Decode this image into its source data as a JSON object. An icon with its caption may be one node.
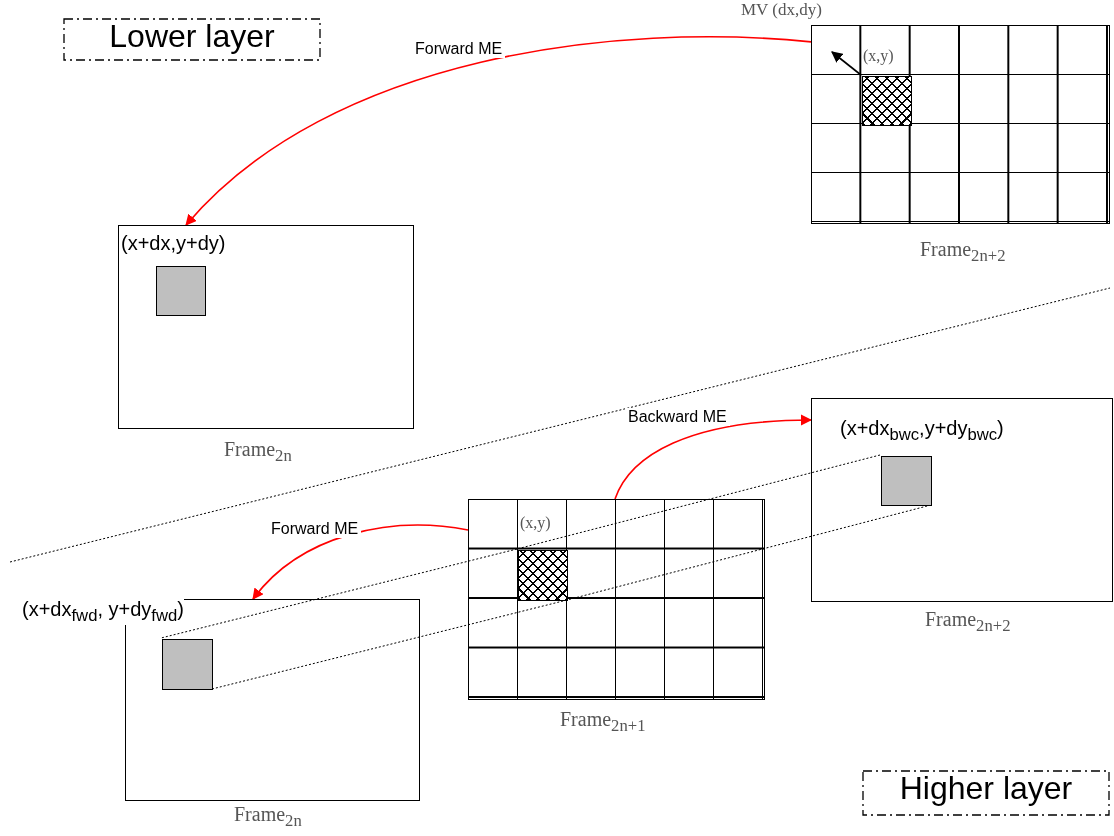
{
  "diagram": {
    "nodes": [
      {
        "text": [
          "Lower layer"
        ]
      },
      {
        "text": [],
        "shape": "grid",
        "beside": [
          "Frame$_{2n+2}$"
        ]
      },
      {
        "text": [],
        "shape": "box",
        "in": 1,
        "beside": [
          "(x,y)"
        ]
      },
      {
        "text": [
          "(x+dx,y+dy)"
        ],
        "beside": [
          "Frame$_{2n}$"
        ]
      },
      {
        "text": [],
        "shape": "box",
        "in": 3
      },
      {
        "text": [
          "(x+dx$_{bwc}$,y+dy$_{bwc}$)"
        ],
        "beside": [
          "Frame$_{2n+2}$"
        ]
      },
      {
        "text": [],
        "shape": "box",
        "in": 5
      },
      {
        "text": [],
        "shape": "grid",
        "beside": [
          "Frame$_{2n+1}$"
        ]
      },
      {
        "text": [],
        "shape": "box",
        "in": 7,
        "beside": [
          "(x,y)"
        ]
      },
      {
        "text": [],
        "shape": "box",
        "beside": [
          "(x+dx$_{fwd}$, y+dy$_{fwd}$)",
          "Frame$_{2n}$"
        ]
      },
      {
        "text": [],
        "shape": "box",
        "in": 9
      },
      {
        "text": [
          "Higher layer"
        ]
      }
    ],
    "edges": [
      {
        "from": 2,
        "to": null,
        "arrow": "to",
        "label": "MV (dx,dy)"
      },
      {
        "from": 1,
        "to": 3,
        "arrow": "to",
        "label": "Forward ME",
        "color": "#ff0000"
      },
      {
        "from": 7,
        "to": 5,
        "arrow": "to",
        "label": "Backward ME",
        "color": "#ff0000"
      },
      {
        "from": 7,
        "to": 9,
        "arrow": "to",
        "label": "Forward ME",
        "color": "#ff0000"
      },
      {
        "from": 6,
        "to": 8,
        "arrow": "none",
        "style": "dashed"
      },
      {
        "from": 6,
        "to": 8,
        "arrow": "none",
        "style": "dashed"
      },
      {
        "from": 8,
        "to": 10,
        "arrow": "none",
        "style": "dashed"
      },
      {
        "from": 8,
        "to": 10,
        "arrow": "none",
        "style": "dashed"
      }
    ]
  }
}
